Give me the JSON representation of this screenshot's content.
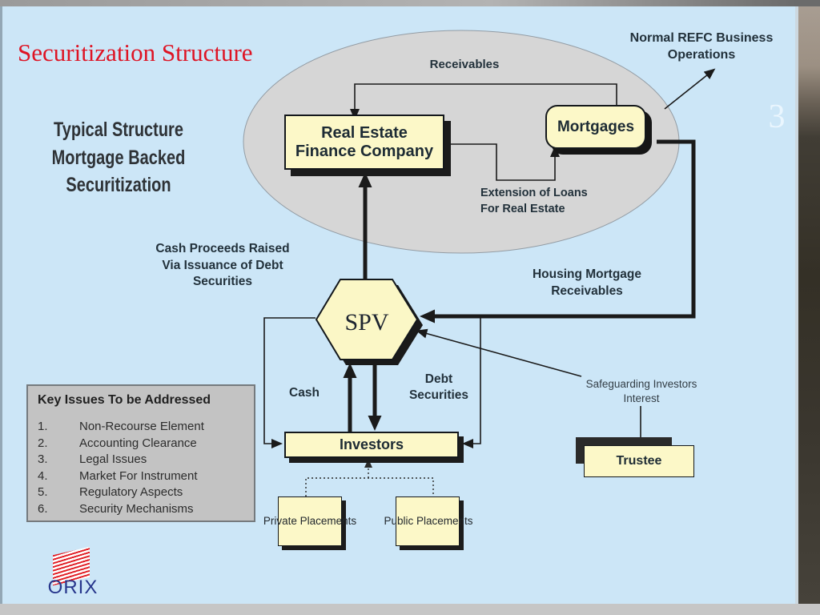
{
  "slide": {
    "title": "Securitization Structure",
    "page_number": "3",
    "subtitle": {
      "line1": "Typical Structure",
      "line2": "Mortgage Backed",
      "line3": "Securitization"
    },
    "colors": {
      "slide_bg": "#cce6f7",
      "title_red": "#de1424",
      "node_fill": "#fcf8c8",
      "ellipse_gray": "#d6d6d6",
      "panel_gray": "#c3c3c3",
      "logo_red": "#e01d24",
      "logo_navy": "#27368c"
    }
  },
  "diagram": {
    "nodes": {
      "refc": {
        "line1": "Real Estate",
        "line2": "Finance Company"
      },
      "mortgages": {
        "label": "Mortgages"
      },
      "spv": {
        "label": "SPV"
      },
      "investors": {
        "label": "Investors"
      },
      "trustee": {
        "label": "Trustee"
      },
      "private_placements": {
        "label": "Private Placements"
      },
      "public_placements": {
        "label": "Public Placements"
      }
    },
    "labels": {
      "receivables": "Receivables",
      "normal_refc": {
        "line1": "Normal REFC Business",
        "line2": "Operations"
      },
      "extension": {
        "line1": "Extension of Loans",
        "line2": "For Real Estate"
      },
      "cash_proceeds": {
        "line1": "Cash Proceeds Raised",
        "line2": "Via Issuance of Debt",
        "line3": "Securities"
      },
      "housing": {
        "line1": "Housing Mortgage",
        "line2": "Receivables"
      },
      "cash": "Cash",
      "debt_securities": {
        "line1": "Debt",
        "line2": "Securities"
      },
      "safeguarding": {
        "line1": "Safeguarding Investors",
        "line2": "Interest"
      }
    }
  },
  "key_issues": {
    "title": "Key Issues To be Addressed",
    "items": [
      {
        "num": "1.",
        "text": "Non-Recourse Element"
      },
      {
        "num": "2.",
        "text": "Accounting Clearance"
      },
      {
        "num": "3.",
        "text": "Legal Issues"
      },
      {
        "num": "4.",
        "text": "Market For Instrument"
      },
      {
        "num": "5.",
        "text": "Regulatory Aspects"
      },
      {
        "num": "6.",
        "text": "Security Mechanisms"
      }
    ]
  },
  "logo": {
    "text": "ORIX"
  }
}
